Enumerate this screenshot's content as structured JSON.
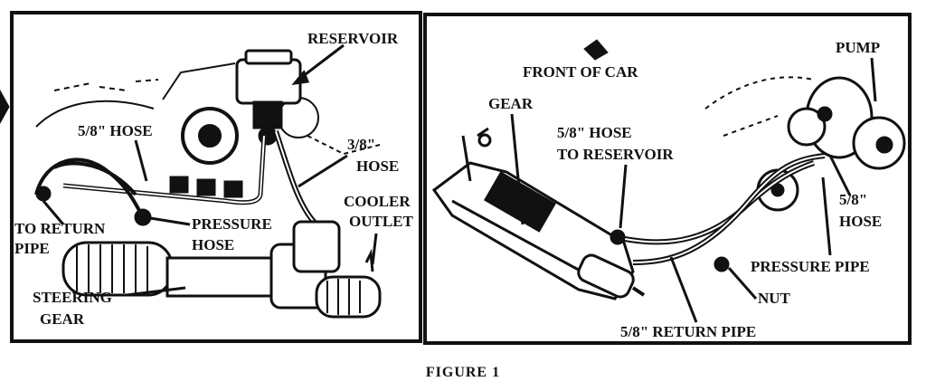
{
  "left_panel": {
    "labels": {
      "reservoir": "RESERVOIR",
      "hose_58": "5/8\" HOSE",
      "hose_38_line1": "3/8\"",
      "hose_38_line2": "HOSE",
      "cooler_line1": "COOLER",
      "cooler_line2": "OUTLET",
      "return_line1": "TO RETURN",
      "return_line2": "PIPE",
      "pressure_line1": "PRESSURE",
      "pressure_line2": "HOSE",
      "steering_line1": "STEERING",
      "steering_line2": "GEAR"
    }
  },
  "right_panel": {
    "labels": {
      "front": "FRONT OF CAR",
      "pump": "PUMP",
      "gear": "GEAR",
      "hose_res_line1": "5/8\" HOSE",
      "hose_res_line2": "TO RESERVOIR",
      "hose_58_line1": "5/8\"",
      "hose_58_line2": "HOSE",
      "pressure_pipe": "PRESSURE PIPE",
      "nut": "NUT",
      "return_pipe": "5/8\" RETURN PIPE"
    }
  },
  "caption": "FIGURE 1"
}
